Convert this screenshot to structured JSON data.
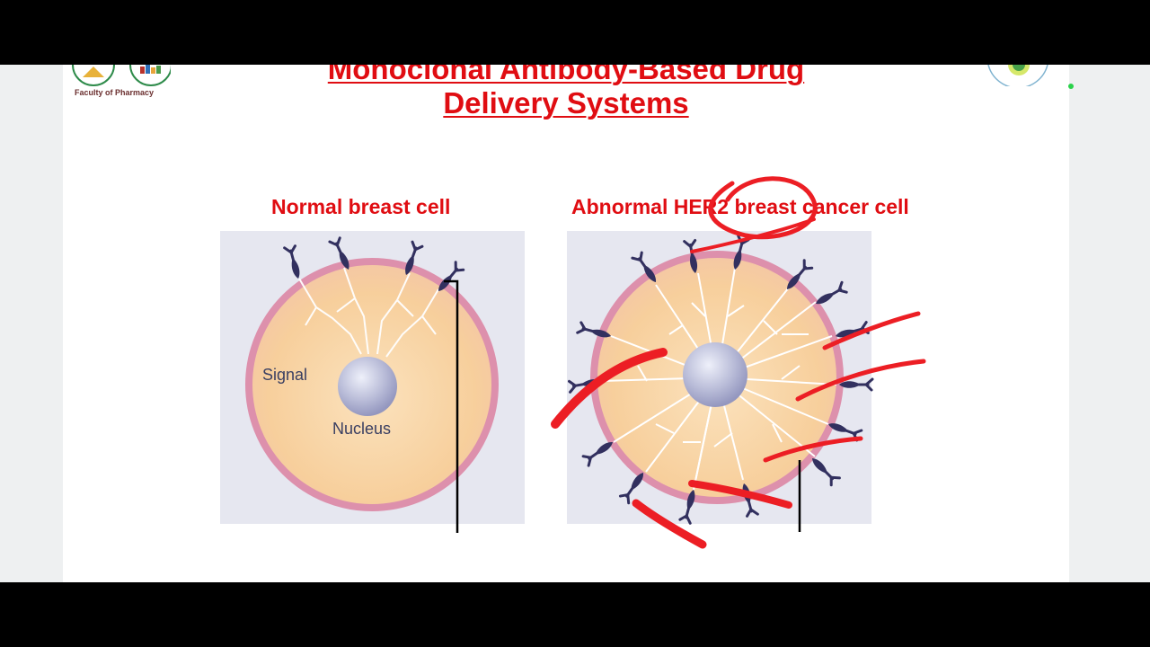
{
  "header": {
    "logo_caption": "Faculty of Pharmacy",
    "title_line1": "Monoclonal Antibody-Based Drug",
    "title_line2": "Delivery Systems"
  },
  "diagram": {
    "normal_heading": "Normal breast cell",
    "abnormal_heading": "Abnormal HER2 breast cancer cell",
    "label_signal": "Signal",
    "label_nucleus": "Nucleus"
  },
  "colors": {
    "title_red": "#e00d12",
    "annotation_red": "#ec1e24",
    "receptor_navy": "#32305f",
    "membrane_pink": "#dd90ac",
    "cytoplasm_peach": "#f7cf9c"
  },
  "icons": {
    "receptor": "her2-receptor-icon",
    "logo": "faculty-logo-icon"
  }
}
